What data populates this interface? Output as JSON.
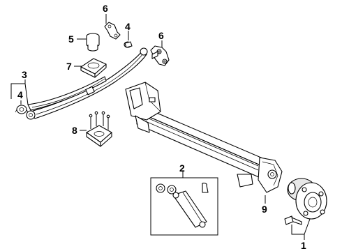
{
  "callouts": {
    "c1": "1",
    "c2": "2",
    "c3": "3",
    "c4a": "4",
    "c4b": "4",
    "c5": "5",
    "c6a": "6",
    "c6b": "6",
    "c7": "7",
    "c8": "8",
    "c9": "9"
  }
}
